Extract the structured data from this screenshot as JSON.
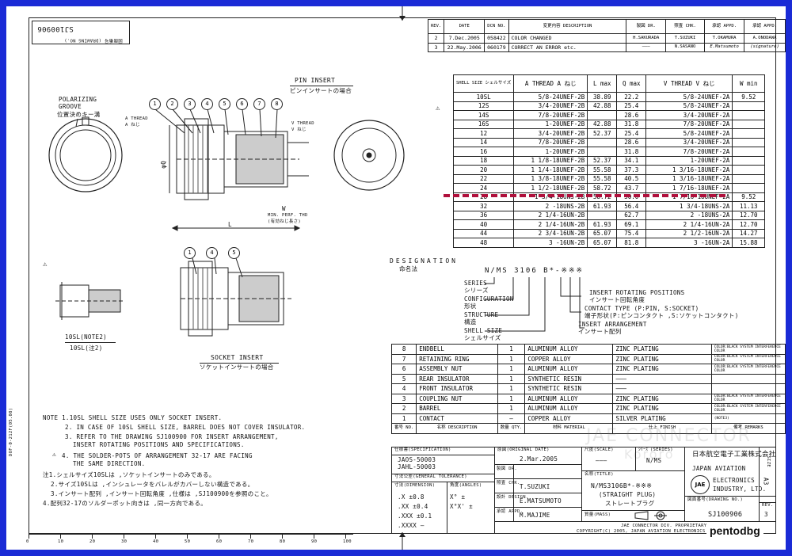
{
  "drawing_no_box": {
    "label": "図面番号 (DRAWING NO.)",
    "value": "SJ100906"
  },
  "revision_table": {
    "headers": [
      "REV.",
      "DATE",
      "DCN NO.",
      "変更内容 DESCRIPTION",
      "製図 DR.",
      "照査 CHK.",
      "承認 APPD.",
      "承認 APPD."
    ],
    "rows": [
      [
        "2",
        "7.Dec.2005",
        "058422",
        "COLOR CHANGED",
        "H.SAKURADA",
        "T.SUZUKI",
        "T.OKAMURA",
        "A.ONODAWA"
      ],
      [
        "3",
        "22.May.2006",
        "060179",
        "CORRECT AN ERROR etc.",
        "———",
        "N.SASANO",
        "E.Matsumoto",
        "(signature)"
      ]
    ]
  },
  "spec_table": {
    "headers": [
      "SHELL SIZE シェルサイズ",
      "A THREAD A ねじ",
      "L max",
      "Q max",
      "V THREAD V ねじ",
      "W min"
    ],
    "rows": [
      [
        "10SL",
        "5/8-24UNEF-2B",
        "38.89",
        "22.2",
        "5/8-24UNEF-2A",
        "9.52"
      ],
      [
        "12S",
        "3/4-20UNEF-2B",
        "42.88",
        "25.4",
        "5/8-24UNEF-2A",
        ""
      ],
      [
        "14S",
        "7/8-20UNEF-2B",
        "",
        "28.6",
        "3/4-20UNEF-2A",
        ""
      ],
      [
        "16S",
        "1-20UNEF-2B",
        "42.88",
        "31.8",
        "7/8-20UNEF-2A",
        ""
      ],
      [
        "12",
        "3/4-20UNEF-2B",
        "52.37",
        "25.4",
        "5/8-24UNEF-2A",
        ""
      ],
      [
        "14",
        "7/8-20UNEF-2B",
        "",
        "28.6",
        "3/4-20UNEF-2A",
        ""
      ],
      [
        "16",
        "1-20UNEF-2B",
        "",
        "31.8",
        "7/8-20UNEF-2A",
        ""
      ],
      [
        "18",
        "1 1/8-18UNEF-2B",
        "52.37",
        "34.1",
        "1-20UNEF-2A",
        ""
      ],
      [
        "20",
        "1 1/4-18UNEF-2B",
        "55.58",
        "37.3",
        "1 3/16-18UNEF-2A",
        ""
      ],
      [
        "22",
        "1 3/8-18UNEF-2B",
        "55.58",
        "40.5",
        "1 3/16-18UNEF-2A",
        ""
      ],
      [
        "24",
        "1 1/2-18UNEF-2B",
        "58.72",
        "43.7",
        "1 7/16-18UNEF-2A",
        ""
      ],
      [
        "28",
        "1 3/4-18UNS-2B",
        "58.72",
        "50.0",
        "1 7/16-18UNEF-2A",
        "9.52"
      ],
      [
        "32",
        "2 -18UNS-2B",
        "61.93",
        "56.4",
        "1 3/4-18UNS-2A",
        "11.13"
      ],
      [
        "36",
        "2 1/4-16UN-2B",
        "",
        "62.7",
        "2 -18UNS-2A",
        "12.70"
      ],
      [
        "40",
        "2 1/4-16UN-2B",
        "61.93",
        "69.1",
        "2 1/4-16UN-2A",
        "12.70"
      ],
      [
        "44",
        "2 3/4-16UN-2B",
        "65.07",
        "75.4",
        "2 1/2-16UN-2A",
        "14.27"
      ],
      [
        "48",
        "3 -16UN-2B",
        "65.07",
        "81.8",
        "3 -16UN-2A",
        "15.88"
      ]
    ]
  },
  "drawing_labels": {
    "pin_insert": "PIN INSERT",
    "pin_insert_jp": "ピンインサートの場合",
    "polarizing": "POLARIZING",
    "groove": "GROOVE",
    "groove_jp": "位置決めキー溝",
    "a_thread": "A THREAD",
    "a_thread_jp": "A ねじ",
    "v_thread": "V THREAD",
    "v_thread_jp": "V ねじ",
    "phi_q": "φQ",
    "l_dim": "L",
    "w_dim": "W",
    "min_perf": "MIN. PERF. THD",
    "min_perf_jp": "(有効ねじ長さ)",
    "socket_insert": "SOCKET INSERT",
    "socket_insert_jp": "ソケットインサートの場合",
    "note10sl": "10SL(NOTE2)",
    "note10sl_jp": "10SL(注2)",
    "balloons_top": [
      "1",
      "2",
      "3",
      "4",
      "5",
      "6",
      "7",
      "8"
    ],
    "balloons_bottom": [
      "1",
      "4",
      "5"
    ],
    "side_code": "DOF-0-212F(05.08)"
  },
  "designation": {
    "title": "DESIGNATION",
    "title_jp": "命名法",
    "code": "N/MS 3106 B*-※※※",
    "series": "SERIES",
    "series_jp": "シリーズ",
    "configuration": "CONFIGURATION",
    "configuration_jp": "形状",
    "structure": "STRUCTURE",
    "structure_jp": "構造",
    "shell_size": "SHELL SIZE",
    "shell_size_jp": "シェルサイズ",
    "insert_rotating": "INSERT ROTATING POSITIONS",
    "insert_rotating_jp": "インサート回転角度",
    "contact_type": "CONTACT TYPE (P:PIN, S:SOCKET)",
    "contact_type_jp": "端子形状(P:ピンコンタクト ,S:ソケットコンタクト)",
    "insert_arrangement": "INSERT ARRANGEMENT",
    "insert_arrangement_jp": "インサート配列"
  },
  "bom": {
    "rows": [
      [
        "8",
        "ENDBELL",
        "1",
        "ALUMINUM ALLOY",
        "ZINC PLATING",
        "COLOR:BLACK SYSTEM INTERFERENCE COLOR"
      ],
      [
        "7",
        "RETAINING RING",
        "1",
        "COPPER ALLOY",
        "ZINC PLATING",
        "COLOR:BLACK SYSTEM INTERFERENCE COLOR"
      ],
      [
        "6",
        "ASSEMBLY NUT",
        "1",
        "ALUMINUM ALLOY",
        "ZINC PLATING",
        "COLOR:BLACK SYSTEM INTERFERENCE COLOR"
      ],
      [
        "5",
        "REAR INSULATOR",
        "1",
        "SYNTHETIC RESIN",
        "———",
        ""
      ],
      [
        "4",
        "FRONT INSULATOR",
        "1",
        "SYNTHETIC RESIN",
        "———",
        ""
      ],
      [
        "3",
        "COUPLING NUT",
        "1",
        "ALUMINUM ALLOY",
        "ZINC PLATING",
        "COLOR:BLACK SYSTEM INTERFERENCE COLOR"
      ],
      [
        "2",
        "BARREL",
        "1",
        "ALUMINUM ALLOY",
        "ZINC PLATING",
        "COLOR:BLACK SYSTEM INTERFERENCE COLOR"
      ],
      [
        "1",
        "CONTACT",
        "—",
        "COPPER ALLOY",
        "SILVER PLATING",
        "(NOTE3)"
      ]
    ],
    "header": [
      "番号 NO.",
      "名称 DESCRIPTION",
      "数量 QTY.",
      "材料 MATERIAL",
      "仕上 FINISH",
      "備考 REMARKS"
    ]
  },
  "notes": [
    "NOTE 1.10SL SHELL SIZE USES ONLY SOCKET INSERT.",
    "2. IN CASE OF 10SL SHELL SIZE, BARREL DOES NOT COVER INSULATOR.",
    "3. REFER TO THE DRAWING SJ100900 FOR INSERT ARRANGEMENT,",
    "INSERT ROTATING POSITIONS AND SPECIFICATIONS.",
    "4. THE SOLDER-POTS OF ARRANGEMENT 32-17 ARE FACING",
    "THE SAME DIRECTION.",
    "注1.シェルサイズ10SLは ,ソケットインサートのみである。",
    "2.サイズ10SLは ,インシュレータをバレルがカバーしない構造である。",
    "3.インサート配列 ,インサート回転角度 ,仕様は ,SJ100900を参照のこと。",
    "4.配列32-17のソルダーポット向きは ,同一方向である。"
  ],
  "title_block": {
    "spec_label": "仕様書(SPECIFICATION)",
    "spec_values": [
      "JAOS-50003",
      "JAHL-50003"
    ],
    "original_date_label": "原図(ORIGINAL DATE)",
    "original_date": "2.Mar.2005",
    "scale_label": "尺度(SCALE)",
    "scale_value": "———",
    "series_label": "ｼﾘｰｽﾞ(SERIES)",
    "series_value": "N/MS",
    "dr_label": "製図 DR.",
    "chk_label": "照査 CHK.",
    "chk_name": "T.SUZUKI",
    "design_label": "設計 DESIGN.",
    "design_name": "E.MATSUMOTO",
    "appd_label": "承認 APPD.",
    "appd_name": "M.MAJIME",
    "title_label": "名称(TITLE)",
    "title_code": "N/MS3106B*-※※※",
    "title_desc": "(STRAIGHT PLUG)",
    "title_jp": "ストレートプラグ",
    "mass_label": "質量(MASS)",
    "company_jp": "日本航空電子工業株式会社",
    "company_en1": "JAPAN AVIATION",
    "company_en2": "ELECTRONICS",
    "company_en3": "INDUSTRY, LTD.",
    "logo": "JAE",
    "drawing_no_label": "図面番号(DRAWING NO.)",
    "drawing_no": "SJ100906",
    "size_label": "SIZE",
    "size_value": "A3",
    "rev_label": "REV.",
    "rev_value": "3",
    "tol_label": "寸法公差(GENERAL TOLERANCE)",
    "tol_dim": "寸法(DIMENSION)",
    "tol_angle": "角度(ANGLES)",
    "tol_rows": [
      ".X  ±0.8",
      ".XX  ±0.4",
      ".XXX  ±0.1",
      ".XXXX  —"
    ],
    "tol_angle_rows": [
      "X°  ±",
      "X°X'  ±"
    ],
    "footer1": "JAE CONNECTOR DIV. PROPRIETARY.",
    "footer2": "COPYRIGHT(C) 2005, JAPAN AVIATION ELECTRONICS INDUSTRY, LTD."
  },
  "ruler_ticks": [
    "0",
    "10",
    "20",
    "30",
    "40",
    "50",
    "60",
    "70",
    "80",
    "90",
    "100"
  ],
  "watermark": {
    "line1": "JAE CONNECTOR",
    "line2": "Kororo"
  },
  "user_badge": "pentodbg",
  "colors": {
    "frame": "#1a2bd6",
    "highlight_line": "#b0103c",
    "ink": "#222222"
  }
}
